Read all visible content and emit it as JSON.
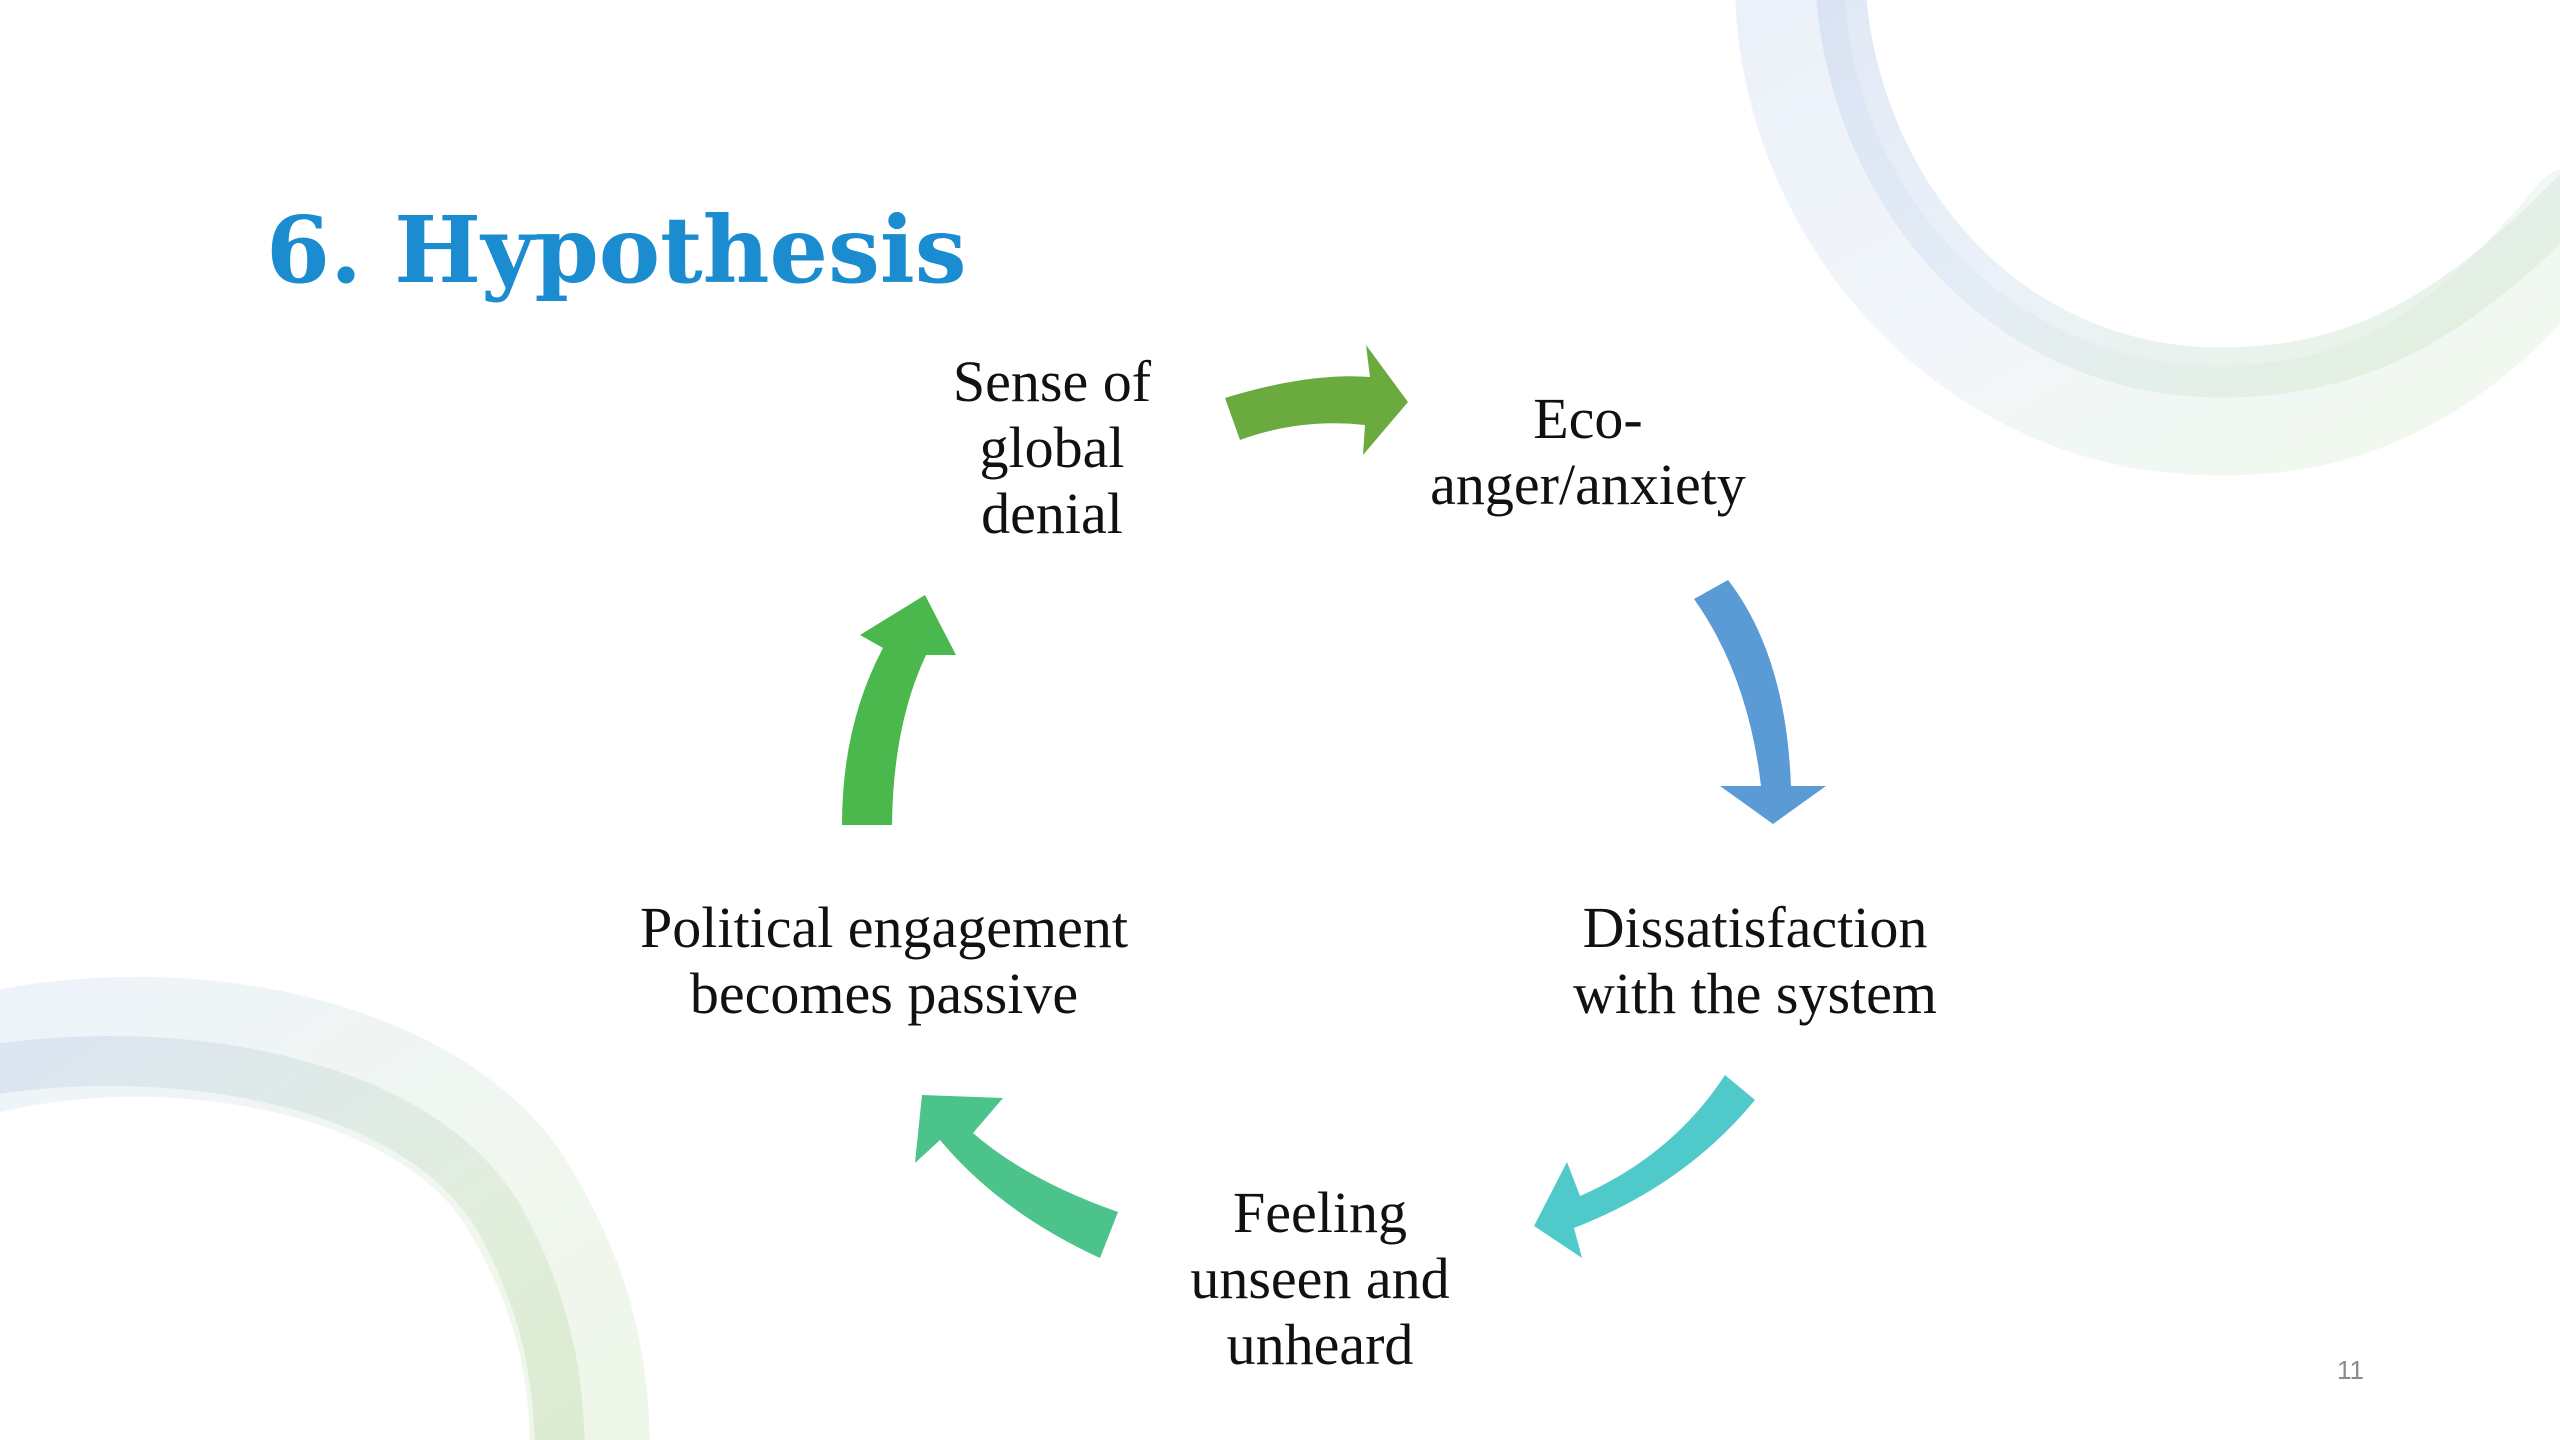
{
  "slide": {
    "title": "6. Hypothesis",
    "page_number": "11"
  },
  "cycle": {
    "nodes": [
      {
        "id": "global-denial",
        "label": "Sense of\nglobal\ndenial"
      },
      {
        "id": "eco-anger",
        "label": "Eco-\nanger/anxiety"
      },
      {
        "id": "dissatisfaction",
        "label": "Dissatisfaction\nwith the system"
      },
      {
        "id": "unseen",
        "label": "Feeling\nunseen and\nunheard"
      },
      {
        "id": "passive",
        "label": "Political engagement\nbecomes passive"
      }
    ],
    "arrow_colors": [
      "#6aaa3f",
      "#5b9bd5",
      "#4fc9c9",
      "#4cc38a",
      "#4ab84c"
    ]
  },
  "theme": {
    "accent": "#1a8ccf"
  }
}
